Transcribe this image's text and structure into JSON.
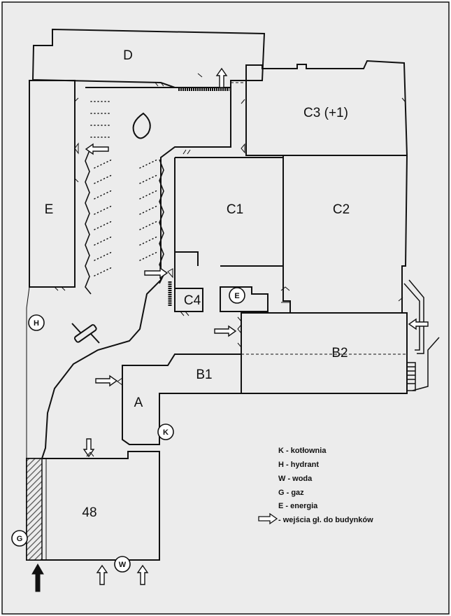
{
  "buildings": {
    "D": "D",
    "E": "E",
    "C3": "C3 (+1)",
    "C1": "C1",
    "C2": "C2",
    "C4": "C4",
    "B1": "B1",
    "B2": "B2",
    "A": "A",
    "n48": "48"
  },
  "markers": {
    "hydrant": "H",
    "energia": "E",
    "kotlownia": "K",
    "gaz": "G",
    "woda": "W"
  },
  "legend": {
    "items": [
      "K - kotłownia",
      "H - hydrant",
      "W - woda",
      "G - gaz",
      "E - energia",
      "- wejścia gł. do budynków"
    ]
  },
  "colors": {
    "background": "#ececec",
    "line": "#111111",
    "hatch": "#555555"
  }
}
